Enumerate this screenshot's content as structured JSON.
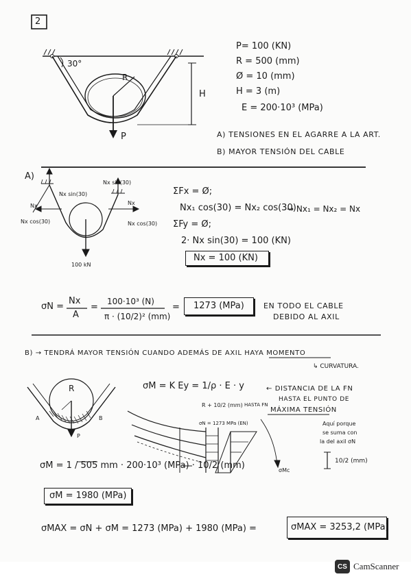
{
  "problem_number": "2",
  "given": {
    "p": "P= 100 (KN)",
    "r": "R = 500 (mm)",
    "phi": "Ø = 10 (mm)",
    "h": "H = 3 (m)",
    "e": "E = 200·10³ (MPa)"
  },
  "figure1": {
    "angle": "30°",
    "r_label": "R",
    "h_label": "H",
    "p_label": "P"
  },
  "questions": {
    "a": "A) TENSIONES EN EL AGARRE A LA ART.",
    "b": "B) MAYOR TENSIÓN DEL CABLE"
  },
  "part_a": {
    "marker": "A)",
    "fbd": {
      "nx_sin30": "Nx sin(30)",
      "nx_sin30_right": "Nx sin(30)",
      "nx_left": "Nx",
      "nx_right": "Nx",
      "nx_cos30_left": "Nx cos(30)",
      "nx_cos30_right": "Nx cos(30)",
      "load": "100 kN"
    },
    "eq1": "ΣFx = Ø;",
    "eq2": "Nx₁ cos(30) = Nx₂ cos(30)",
    "eq2_result": "→  Nx₁ = Nx₂  = Nx",
    "eq3": "ΣFy = Ø;",
    "eq4": "2· Nx sin(30) = 100 (KN)",
    "eq5": "Nx = 100 (KN)",
    "sigma_n_lhs": "σN =",
    "frac1_num": "Nx",
    "frac1_den": "A",
    "eq_sign": "=",
    "frac2_num": "100·10³ (N)",
    "frac2_den": "π · (10/2)² (mm)",
    "sigma_n_value": "1273  (MPa)",
    "note_line1": "EN TODO EL CABLE",
    "note_line2": "DEBIDO AL AXIL"
  },
  "part_b": {
    "statement": "B) → TENDRÁ MAYOR TENSIÓN CUANDO ADEMÁS DE AXIL HAYA MOMENTO",
    "curvatura": "↳ CURVATURA.",
    "sigma_m_formula": "σM = K Ey =  1/ρ · E · y",
    "rho_note": "R + 10/2 (mm)",
    "y_note": "HASTA FN",
    "dist_line1": "← DISTANCIA DE LA FN",
    "dist_line2": "HASTA EL PUNTO DE",
    "dist_line3": "MÁXIMA  TENSIÓN",
    "sigma_n_small": "σN = 1273 MPa (EN)",
    "aqui_line1": "Aquí porque",
    "aqui_line2": "se suma con",
    "aqui_line3": "la del axil σN",
    "half_dia": "10/2 (mm)",
    "sigma_m_sup": "σMc",
    "fig_labels": {
      "r": "R",
      "a": "A",
      "b": "B",
      "p": "P"
    },
    "sigma_m_calc": "σM =   1 / 505 mm  · 200·10³ (MPa) · 10/2 (mm)",
    "sigma_m_result": "σM = 1980 (MPa)",
    "sigma_max_calc": "σMAX = σN + σM =  1273 (MPa)  + 1980 (MPa)   =",
    "sigma_max_result": "σMAX = 3253,2 (MPa)"
  },
  "watermark": {
    "logo": "CS",
    "text": "CamScanner"
  }
}
